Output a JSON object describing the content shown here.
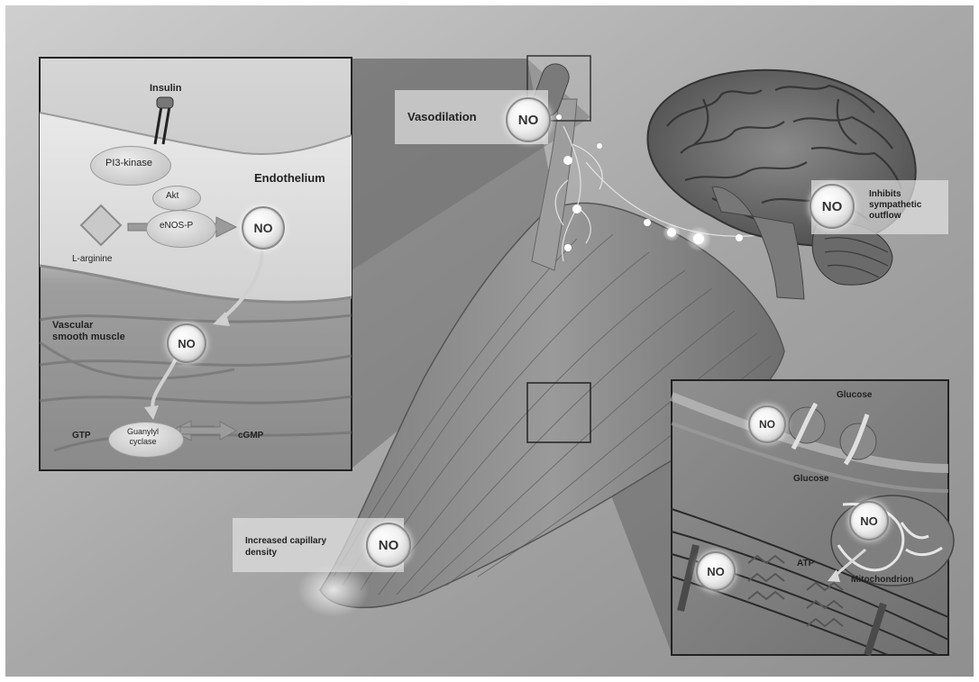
{
  "left_panel": {
    "insulin": "Insulin",
    "pi3_kinase": "PI3-kinase",
    "endothelium": "Endothelium",
    "akt": "Akt",
    "enos": "eNOS-P",
    "l_arginine": "L-arginine",
    "vascular_smooth_muscle": [
      "Vascular",
      "smooth muscle"
    ],
    "gtp": "GTP",
    "guanylyl_cyclase": [
      "Guanylyl",
      "cyclase"
    ],
    "cgmp": "cGMP"
  },
  "no_label": "NO",
  "callouts": {
    "vasodilation": "Vasodilation",
    "inhibits": [
      "Inhibits",
      "sympathetic",
      "outflow"
    ],
    "capillary": [
      "Increased capillary",
      "density"
    ]
  },
  "right_panel": {
    "glucose_top": "Glucose",
    "glucose_bottom": "Glucose",
    "atp": "ATP",
    "mitochondrion": "Mitochondrion"
  }
}
